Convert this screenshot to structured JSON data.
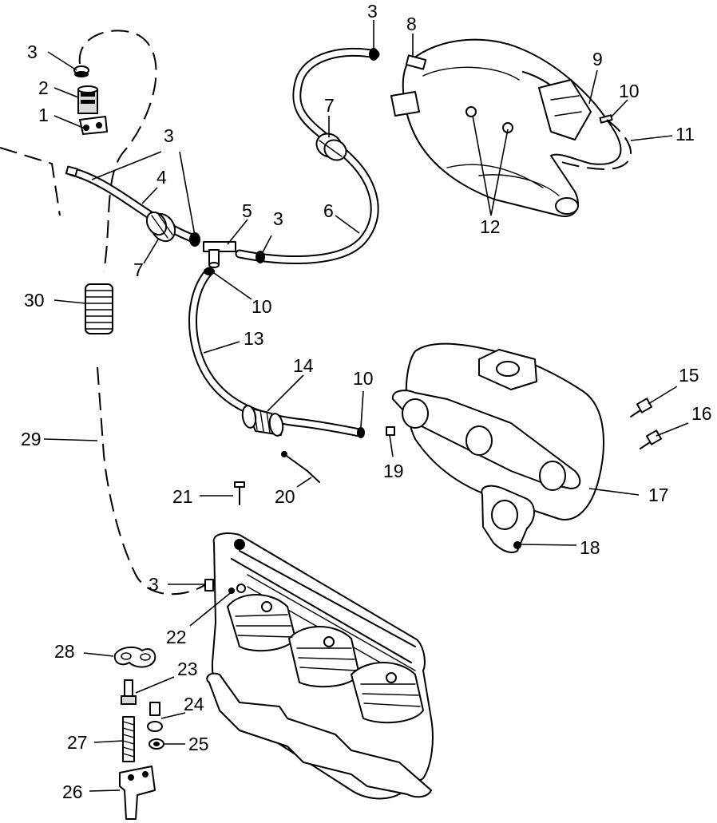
{
  "diagram": {
    "callouts": {
      "c1": "1",
      "c2": "2",
      "c3a": "3",
      "c3b": "3",
      "c3c": "3",
      "c3d": "3",
      "c3e": "3",
      "c4": "4",
      "c5": "5",
      "c6": "6",
      "c7a": "7",
      "c7b": "7",
      "c8": "8",
      "c9": "9",
      "c10a": "10",
      "c10b": "10",
      "c10c": "10",
      "c11": "11",
      "c12": "12",
      "c13": "13",
      "c14": "14",
      "c15": "15",
      "c16": "16",
      "c17": "17",
      "c18": "18",
      "c19": "19",
      "c20": "20",
      "c21": "21",
      "c22": "22",
      "c23": "23",
      "c24": "24",
      "c25": "25",
      "c26": "26",
      "c27": "27",
      "c28": "28",
      "c29": "29",
      "c30": "30"
    }
  }
}
